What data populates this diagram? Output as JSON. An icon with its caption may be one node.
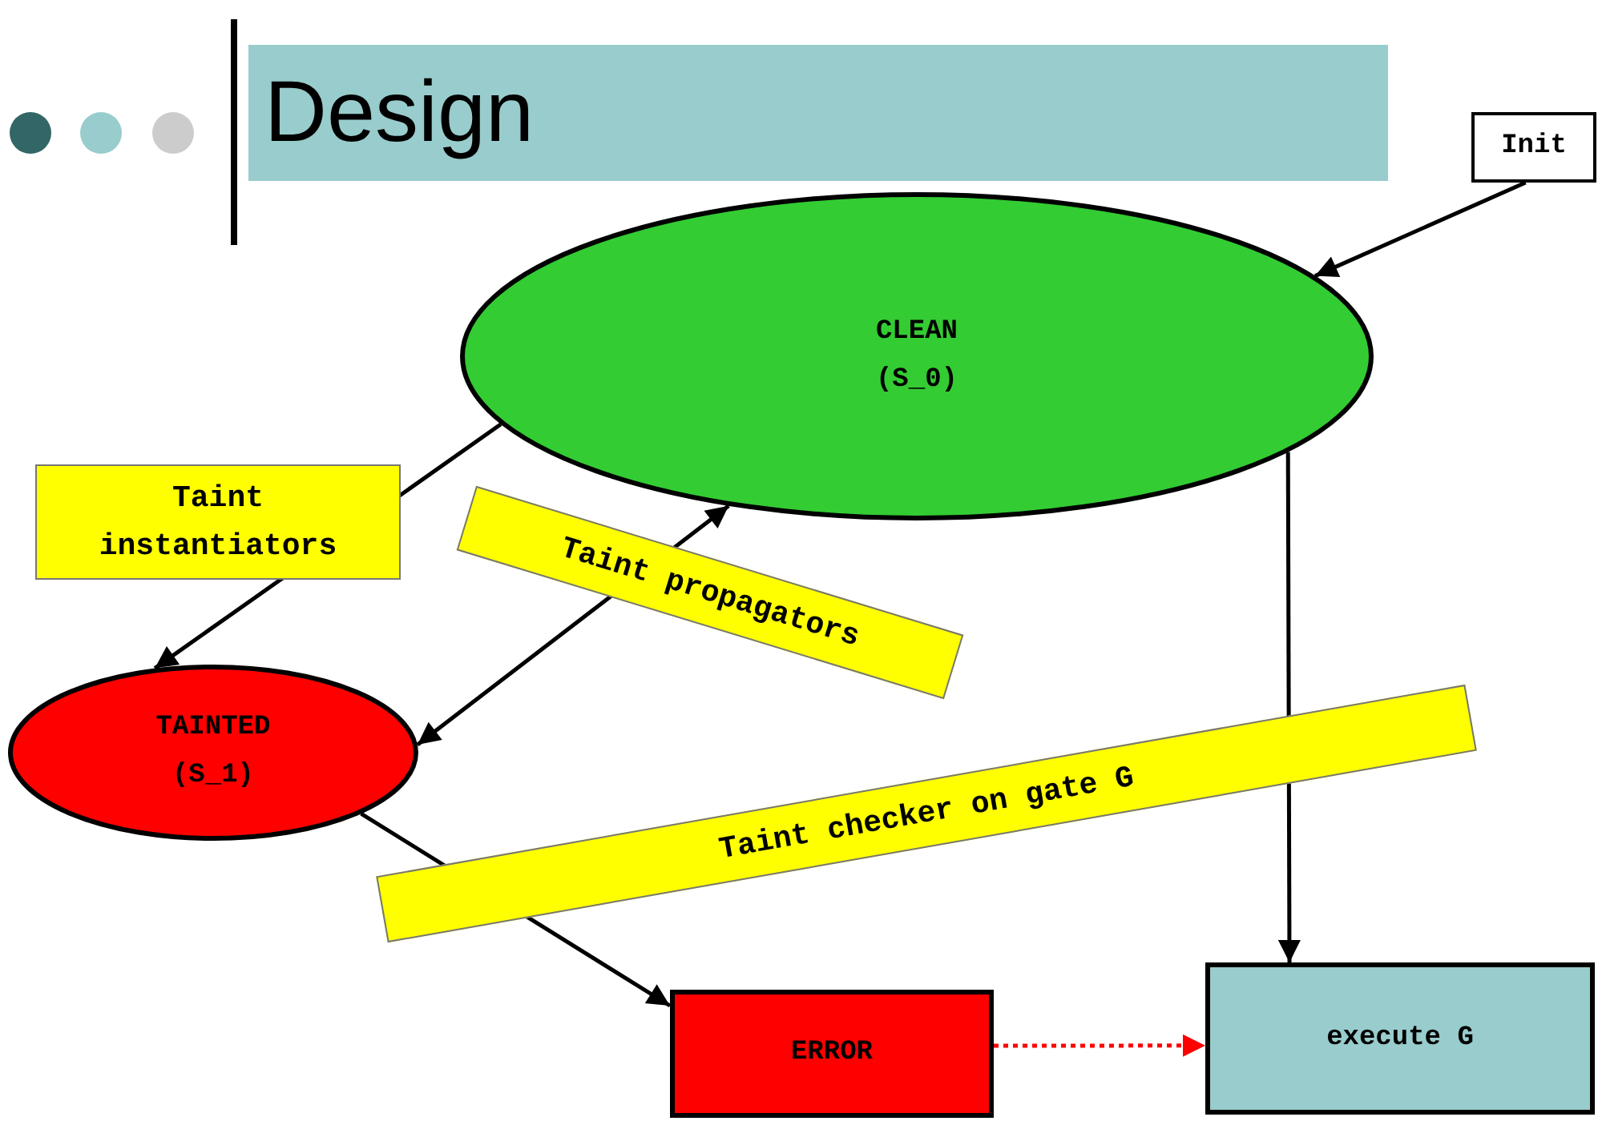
{
  "diagram": {
    "title": "Design",
    "nodes": [
      {
        "text": [
          "CLEAN (S_0)"
        ]
      },
      {
        "text": [
          "TAINTED (S_1)"
        ]
      },
      {
        "text": [
          "ERROR"
        ]
      },
      {
        "text": [
          "execute G"
        ]
      },
      {
        "text": [
          "Init"
        ]
      }
    ],
    "edges": [
      {
        "from": 4,
        "to": 0,
        "arrow": "to"
      },
      {
        "from": 0,
        "to": 1,
        "arrow": "to",
        "label": "Taint instantiators"
      },
      {
        "from": 1,
        "to": 0,
        "arrow": "both",
        "label": "Taint propagators"
      },
      {
        "from": 1,
        "to": 2,
        "arrow": "to",
        "label": "Taint checker on gate G"
      },
      {
        "from": 0,
        "to": 3,
        "arrow": "to"
      },
      {
        "from": 2,
        "to": 3,
        "arrow": "to",
        "style": "dashed",
        "color": "#ff0000"
      }
    ]
  }
}
